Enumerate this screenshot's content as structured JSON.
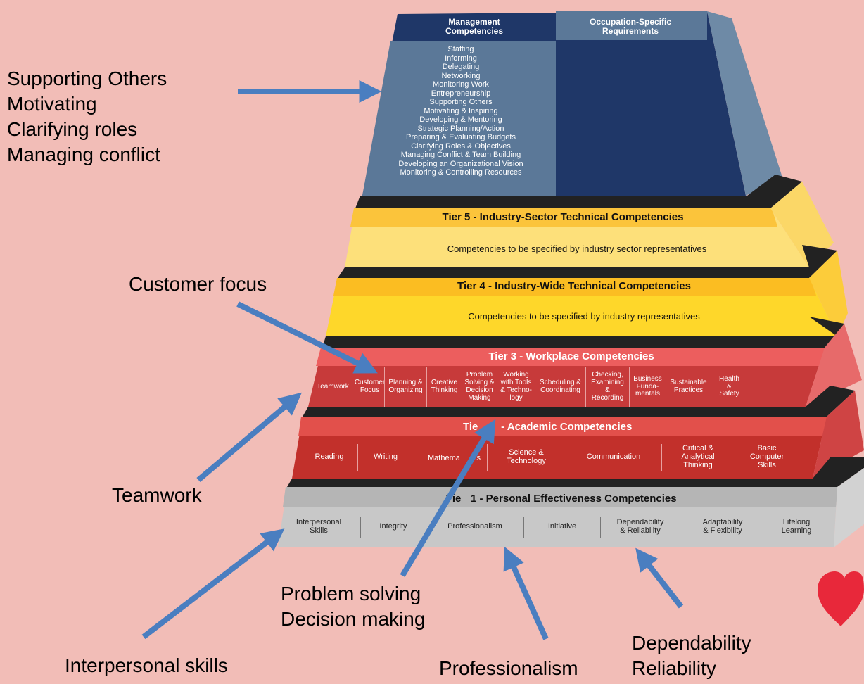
{
  "colors": {
    "background": "#f2bdb7",
    "arrow": "#4a7ec0",
    "mgmt_dark": "#1f3768",
    "mgmt_mid": "#5b7898",
    "tier5": "#fde07a",
    "tier4": "#fed72a",
    "tier3": "#c73a3a",
    "tier2": "#c2302b",
    "tier1": "#c8c8c8",
    "heart": "#e8283a"
  },
  "management": {
    "header_left": "Management\nCompetencies",
    "header_right": "Occupation-Specific\nRequirements",
    "items": [
      "Staffing",
      "Informing",
      "Delegating",
      "Networking",
      "Monitoring Work",
      "Entrepreneurship",
      "Supporting Others",
      "Motivating & Inspiring",
      "Developing & Mentoring",
      "Strategic Planning/Action",
      "Preparing & Evaluating Budgets",
      "Clarifying Roles & Objectives",
      "Managing Conflict & Team Building",
      "Developing an Organizational Vision",
      "Monitoring & Controlling Resources"
    ]
  },
  "tier5": {
    "title": "Tier 5 - Industry-Sector Technical Competencies",
    "body": "Competencies to be specified by industry sector representatives"
  },
  "tier4": {
    "title": "Tier 4 - Industry-Wide Technical Competencies",
    "body": "Competencies to be specified by industry representatives"
  },
  "tier3": {
    "title": "Tier 3 - Workplace Competencies",
    "cells": [
      "Teamwork",
      "Customer\nFocus",
      "Planning &\nOrganizing",
      "Creative\nThinking",
      "Problem\nSolving &\nDecision\nMaking",
      "Working\nwith Tools\n& Techno-\nlogy",
      "Scheduling &\nCoordinating",
      "Checking,\nExamining\n&\nRecording",
      "Business\nFunda-\nmentals",
      "Sustainable\nPractices",
      "Health\n&\nSafety"
    ]
  },
  "tier2": {
    "title_left": "Tie",
    "title_right": " - Academic Competencies",
    "cells": [
      "Reading",
      "Writing",
      "Mathema",
      "cs",
      "Science &\nTechnology",
      "Communication",
      "Critical &\nAnalytical\nThinking",
      "Basic\nComputer\nSkills"
    ]
  },
  "tier1": {
    "title_left": "Tie",
    "title_right": "1 - Personal Effectiveness Competencies",
    "cells": [
      "Interpersonal\nSkills",
      "Integrity",
      "Professionalism",
      "Initiative",
      "Dependability\n& Reliability",
      "Adaptability\n& Flexibility",
      "Lifelong\nLearning"
    ]
  },
  "annotations": {
    "management": "Supporting Others\nMotivating\nClarifying roles\nManaging conflict",
    "customer_focus": "Customer focus",
    "teamwork": "Teamwork",
    "problem_solving": "Problem solving\nDecision making",
    "interpersonal": "Interpersonal skills",
    "professionalism": "Professionalism",
    "dependability": "Dependability\nReliability"
  },
  "icons": {
    "heart": "heart-icon"
  }
}
